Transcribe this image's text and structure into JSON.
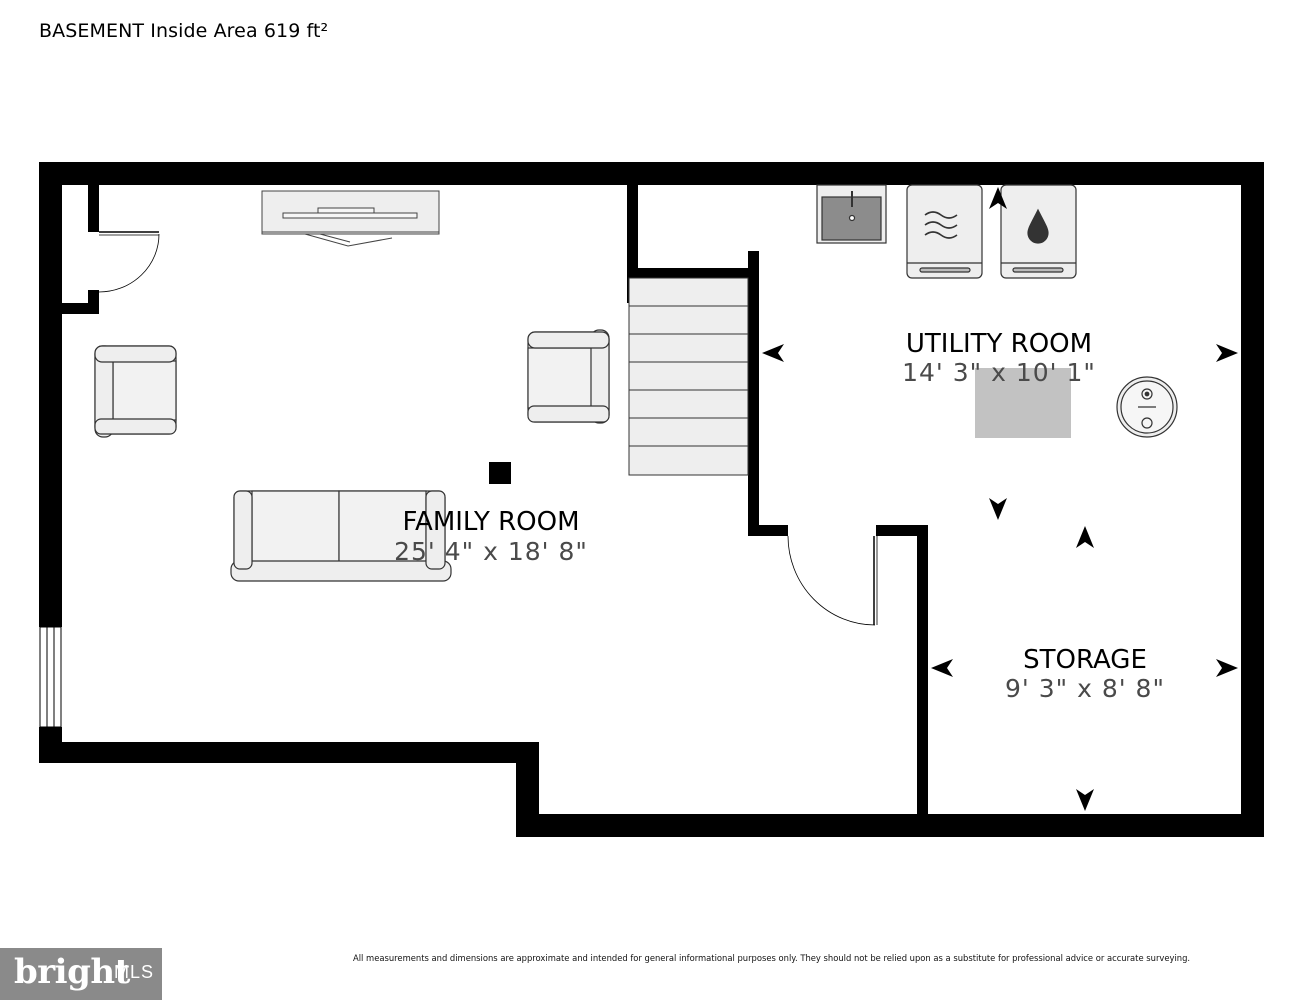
{
  "floor": {
    "title": "BASEMENT Inside Area 619 ft²"
  },
  "rooms": [
    {
      "name": "FAMILY ROOM",
      "dimensions": "25' 4\" x 18' 8\""
    },
    {
      "name": "UTILITY ROOM",
      "dimensions": "14' 3\" x 10' 1\""
    },
    {
      "name": "STORAGE",
      "dimensions": "9' 3\" x 8' 8\""
    }
  ],
  "footer": {
    "disclaimer": "All measurements and dimensions are approximate and intended for general informational purposes only. They should not be relied upon as a substitute for professional advice or accurate surveying."
  },
  "logo": {
    "brand": "bright",
    "suffix": "MLS"
  },
  "colors": {
    "wall": "#000000",
    "fixture_fill": "#eeeeee",
    "fixture_stroke": "#555555",
    "dimension_text": "#4a4a4a",
    "logo_bg": "#8a8a8a"
  },
  "icons": [
    "washer-waves-icon",
    "dryer-drop-icon",
    "water-heater-icon",
    "door-swing-icon",
    "measurement-arrow-icon"
  ]
}
